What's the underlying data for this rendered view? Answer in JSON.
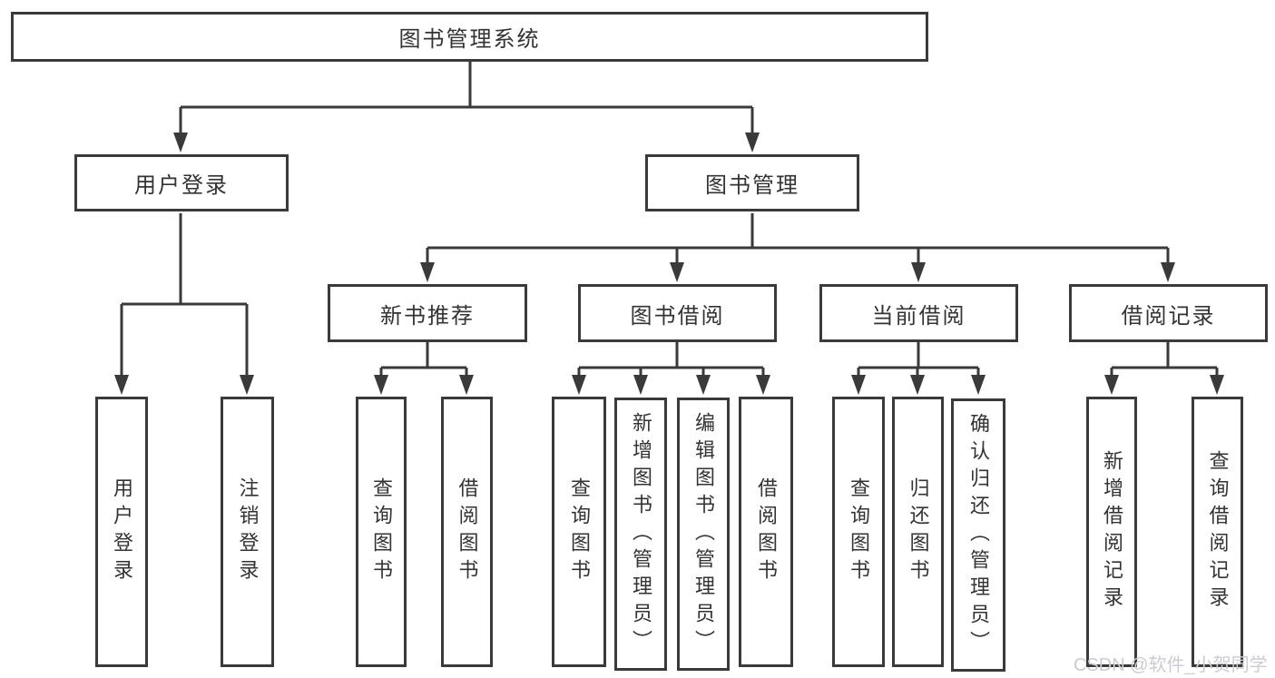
{
  "colors": {
    "line": "#3a3a3a",
    "box_border": "#3a3a3a",
    "text": "#333333",
    "background": "#ffffff",
    "watermark": "#c9ccd1"
  },
  "tree": {
    "label": "图书管理系统",
    "children": [
      {
        "label": "用户登录",
        "children": [
          {
            "label": "用户登录"
          },
          {
            "label": "注销登录"
          }
        ]
      },
      {
        "label": "图书管理",
        "children": [
          {
            "label": "新书推荐",
            "children": [
              {
                "label": "查询图书"
              },
              {
                "label": "借阅图书"
              }
            ]
          },
          {
            "label": "图书借阅",
            "children": [
              {
                "label": "查询图书"
              },
              {
                "label": "新增图书（管理员）"
              },
              {
                "label": "编辑图书（管理员）"
              },
              {
                "label": "借阅图书"
              }
            ]
          },
          {
            "label": "当前借阅",
            "children": [
              {
                "label": "查询图书"
              },
              {
                "label": "归还图书"
              },
              {
                "label": "确认归还（管理员）"
              }
            ]
          },
          {
            "label": "借阅记录",
            "children": [
              {
                "label": "新增借阅记录"
              },
              {
                "label": "查询借阅记录"
              }
            ]
          }
        ]
      }
    ]
  },
  "watermark": {
    "text": "CSDN @软件_小贺同学"
  }
}
